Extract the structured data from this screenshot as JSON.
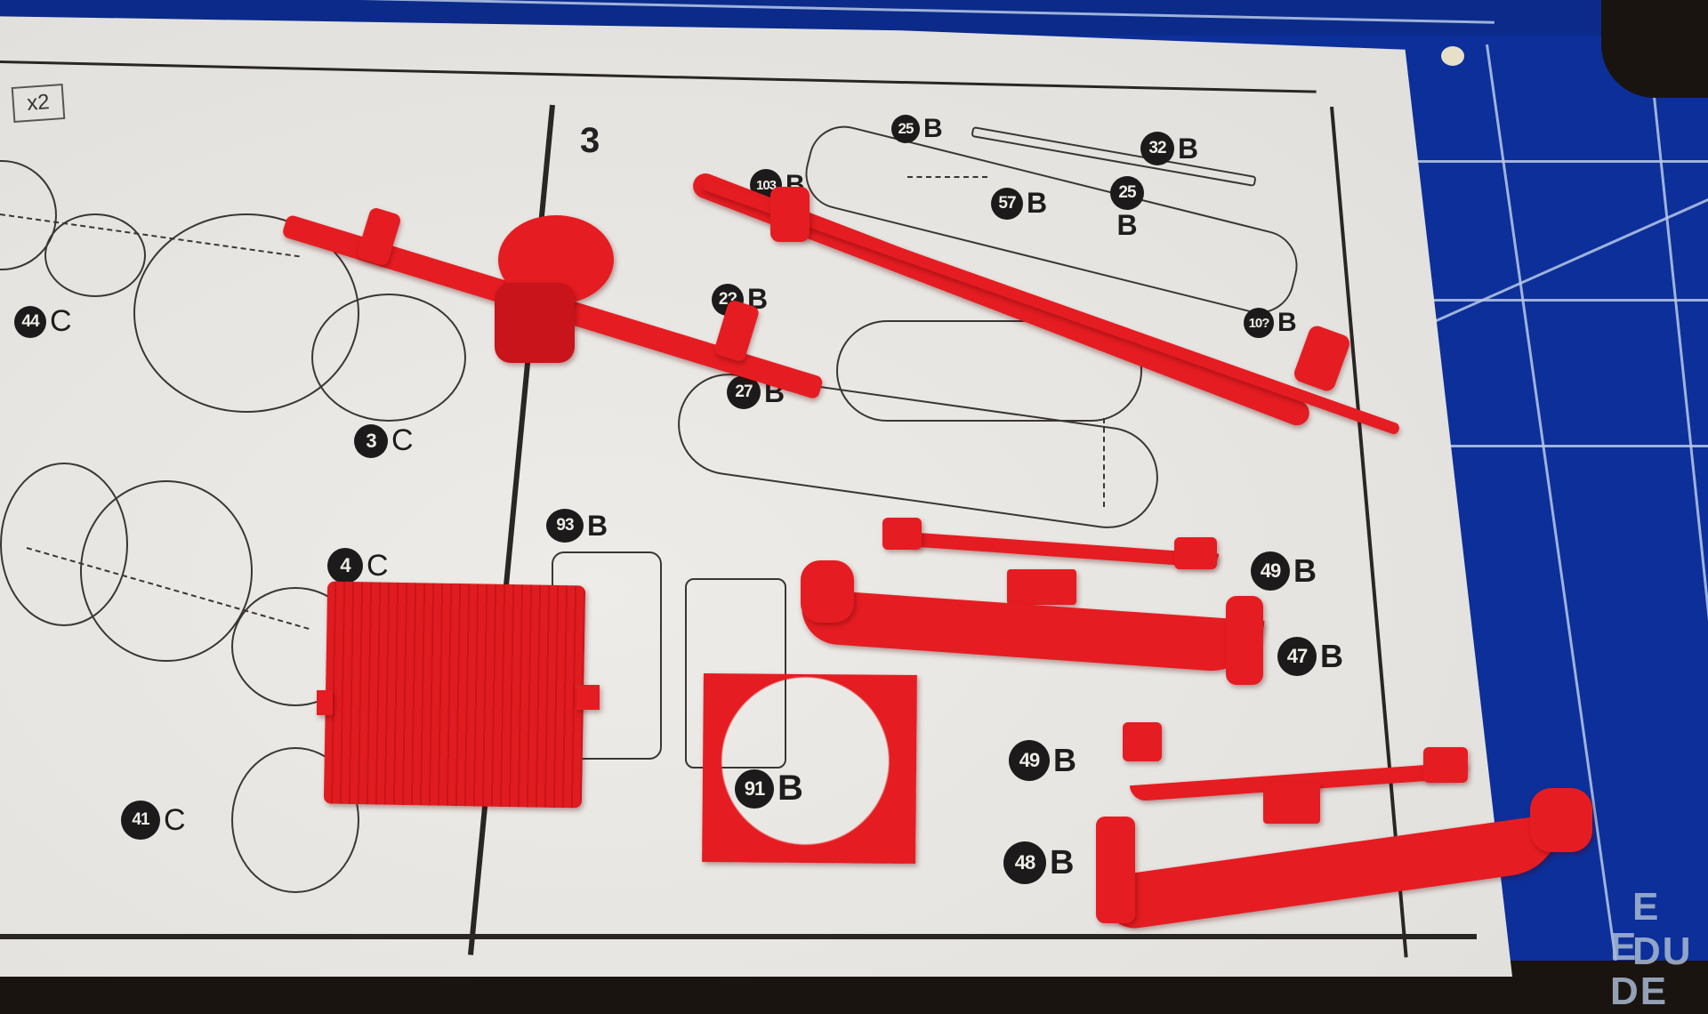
{
  "scene": {
    "description": "Red plastic model kit parts (rear axle, front axle, radiator, leaf springs, gasket) laid on a printed assembly instruction sheet resting on a blue cutting mat",
    "colors": {
      "plastic_red": "#e51d22",
      "mat_blue": "#0c2f9a",
      "paper": "#eceae6",
      "ink": "#1c1a1a"
    }
  },
  "instruction_sheet": {
    "quantity_box": "x2",
    "step_number": "3",
    "left_panel_labels": [
      {
        "num": "44",
        "sprue": "C"
      },
      {
        "num": "3",
        "sprue": "C"
      },
      {
        "num": "4",
        "sprue": "C"
      },
      {
        "num": "41",
        "sprue": "C"
      }
    ],
    "right_panel_labels": [
      {
        "num": "25",
        "sprue": "B"
      },
      {
        "num": "103",
        "sprue": "B"
      },
      {
        "num": "57",
        "sprue": "B"
      },
      {
        "num": "32",
        "sprue": "B"
      },
      {
        "num": "25",
        "sprue": "B"
      },
      {
        "num": "2?",
        "sprue": "B"
      },
      {
        "num": "10?",
        "sprue": "B"
      },
      {
        "num": "27",
        "sprue": "B"
      },
      {
        "num": "93",
        "sprue": "B"
      },
      {
        "num": "91",
        "sprue": "B"
      },
      {
        "num": "49",
        "sprue": "B"
      },
      {
        "num": "47",
        "sprue": "B"
      },
      {
        "num": "49",
        "sprue": "B"
      },
      {
        "num": "48",
        "sprue": "B"
      }
    ]
  },
  "red_parts": [
    "rear-axle-housing",
    "front-axle-beam",
    "tie-rod",
    "radiator-grille",
    "radiator-gasket-91B",
    "leaf-spring-49B-upper",
    "leaf-spring-47B",
    "leaf-spring-49B-lower",
    "leaf-spring-48B"
  ],
  "mat_text": {
    "line1": "E DU",
    "line2": "E DE"
  }
}
